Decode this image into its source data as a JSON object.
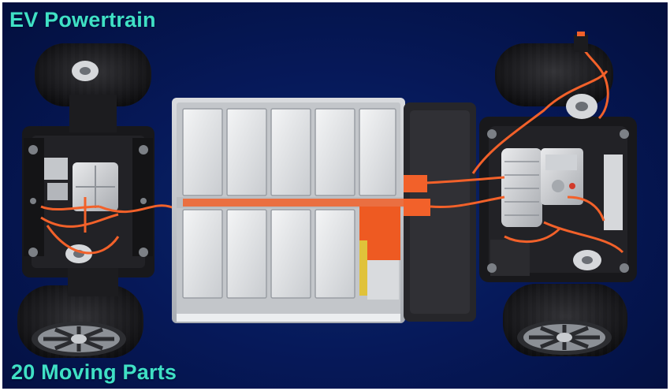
{
  "captions": {
    "top": "EV Powertrain",
    "bottom": "20 Moving Parts"
  },
  "colors": {
    "background": "#06195a",
    "caption": "#3fe0c5",
    "cable": "#f2612a",
    "battery_cell": "#e4e6e8",
    "frame": "#1a1a1c"
  },
  "image": {
    "subject": "electric-vehicle-skateboard-chassis",
    "components": [
      "front-axle",
      "battery-pack",
      "rear-drive-unit",
      "wheels",
      "high-voltage-cables"
    ]
  }
}
